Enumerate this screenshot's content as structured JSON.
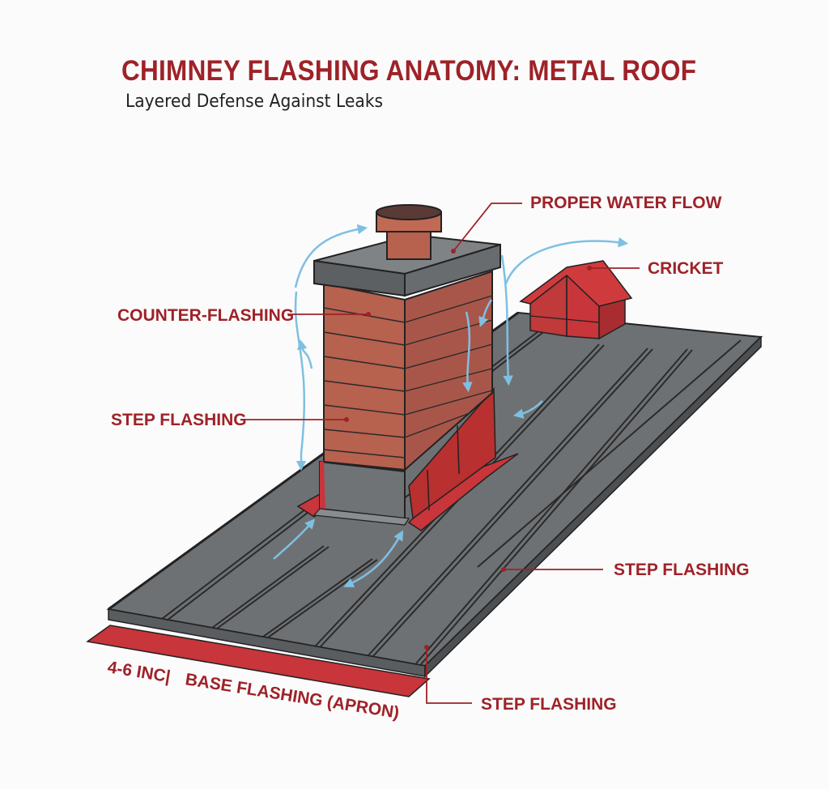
{
  "header": {
    "title": "CHIMNEY FLASHING ANATOMY: METAL ROOF",
    "subtitle": "Layered Defense Against Leaks"
  },
  "labels": {
    "proper_water_flow": "PROPER WATER FLOW",
    "cricket": "CRICKET",
    "counter_flashing": "COUNTER-FLASHING",
    "step_flashing_left": "STEP FLASHING",
    "step_flashing_right": "STEP FLASHING",
    "step_flashing_bottom": "STEP FLASHING",
    "measurement": "4-6 INC|",
    "base_flashing": "BASE FLASHING (APRON)"
  },
  "colors": {
    "label_red": "#9e2228",
    "flashing_red": "#c8353a",
    "roof_gray": "#6e7174",
    "brick": "#b7614f",
    "water_blue": "#7ec0e2"
  }
}
